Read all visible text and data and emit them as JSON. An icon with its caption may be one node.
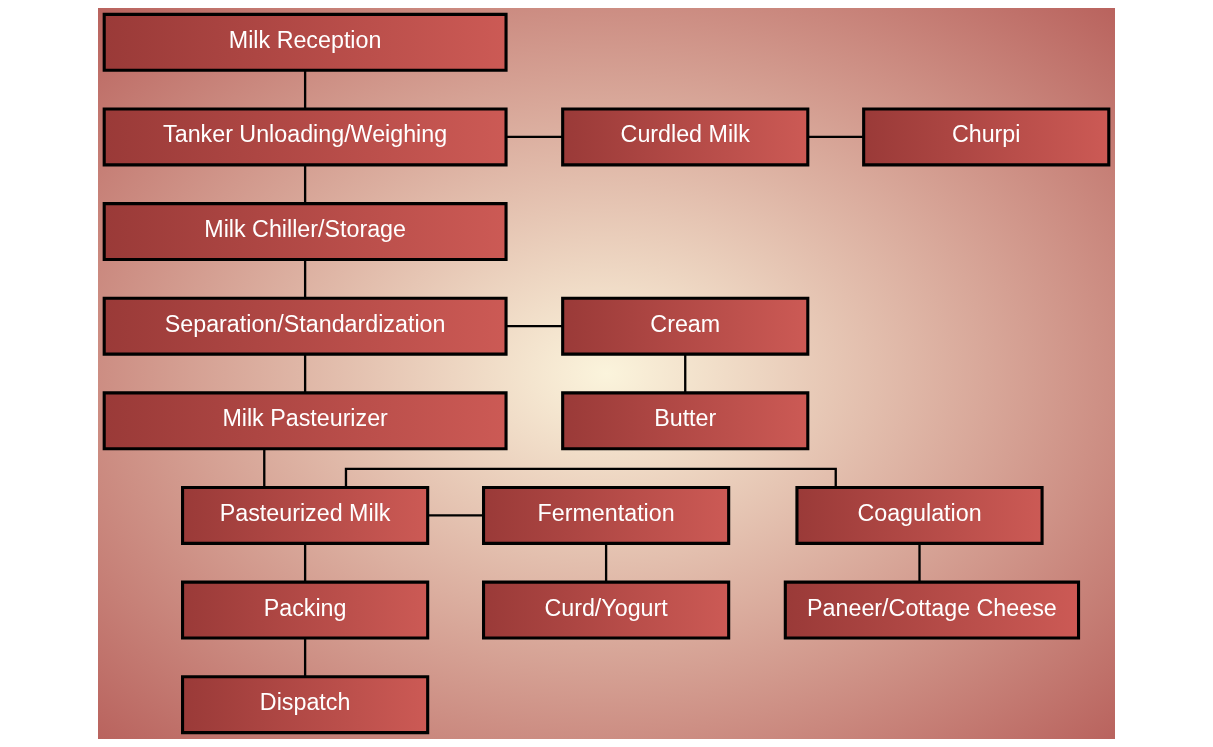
{
  "diagram": {
    "nodes": [
      {
        "text": [
          "Milk Reception"
        ]
      },
      {
        "text": [
          "Tanker Unloading/Weighing"
        ]
      },
      {
        "text": [
          "Curdled Milk"
        ]
      },
      {
        "text": [
          "Churpi"
        ]
      },
      {
        "text": [
          "Milk Chiller/Storage"
        ]
      },
      {
        "text": [
          "Separation/Standardization"
        ]
      },
      {
        "text": [
          "Cream"
        ]
      },
      {
        "text": [
          "Milk Pasteurizer"
        ]
      },
      {
        "text": [
          "Butter"
        ]
      },
      {
        "text": [
          "Coagulation"
        ]
      },
      {
        "text": [
          "Pasteurized Milk"
        ]
      },
      {
        "text": [
          "Fermentation"
        ]
      },
      {
        "text": [
          "Paneer/Cottage Cheese"
        ]
      },
      {
        "text": [
          "Packing"
        ]
      },
      {
        "text": [
          "Curd/Yogurt"
        ]
      },
      {
        "text": [
          "Dispatch"
        ]
      }
    ],
    "edges": [
      {
        "from": 0,
        "to": 1,
        "arrow": "none"
      },
      {
        "from": 1,
        "to": 2,
        "arrow": "none"
      },
      {
        "from": 2,
        "to": 3,
        "arrow": "none"
      },
      {
        "from": 1,
        "to": 4,
        "arrow": "none"
      },
      {
        "from": 4,
        "to": 5,
        "arrow": "none"
      },
      {
        "from": 5,
        "to": 6,
        "arrow": "none"
      },
      {
        "from": 5,
        "to": 7,
        "arrow": "none"
      },
      {
        "from": 6,
        "to": 8,
        "arrow": "none"
      },
      {
        "from": 7,
        "to": 10,
        "arrow": "none"
      },
      {
        "from": 10,
        "to": 9,
        "arrow": "none"
      },
      {
        "from": 10,
        "to": 11,
        "arrow": "none"
      },
      {
        "from": 9,
        "to": 12,
        "arrow": "none"
      },
      {
        "from": 10,
        "to": 13,
        "arrow": "none"
      },
      {
        "from": 11,
        "to": 14,
        "arrow": "none"
      },
      {
        "from": 13,
        "to": 15,
        "arrow": "none"
      }
    ]
  }
}
